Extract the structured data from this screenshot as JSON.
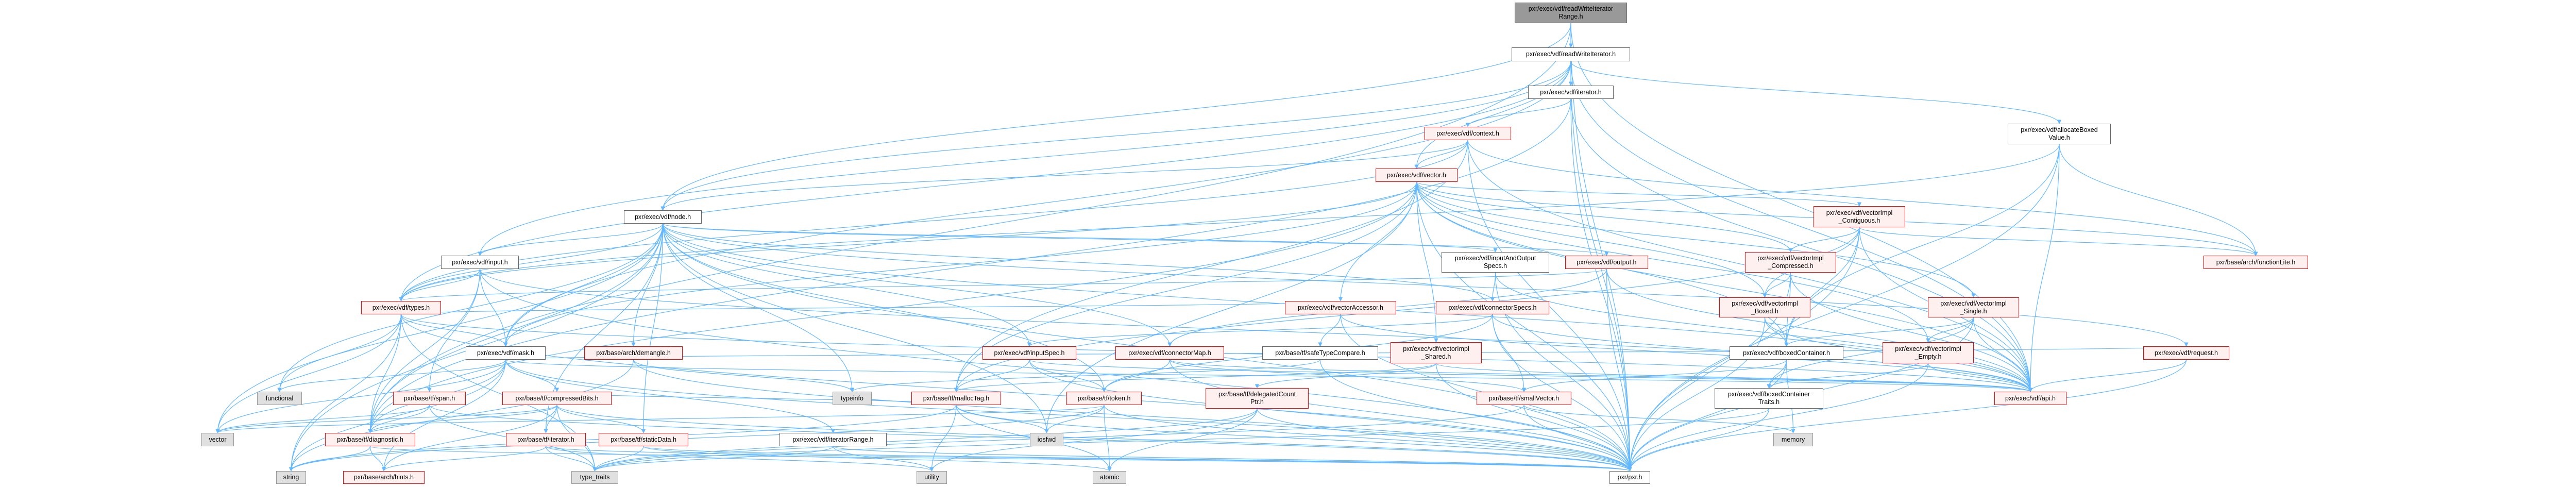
{
  "colors": {
    "edge": "#63b8ff",
    "root_fill": "#999999",
    "red_border": "#ff0000",
    "red_fill": "#fff0f0",
    "system_fill": "#e0e0e0"
  },
  "nodes": [
    {
      "id": "rwir",
      "label": "pxr/exec/vdf/readWriteIterator\nRange.h",
      "kind": "root"
    },
    {
      "id": "rwi",
      "label": "pxr/exec/vdf/readWriteIterator.h",
      "kind": "doc"
    },
    {
      "id": "iter",
      "label": "pxr/exec/vdf/iterator.h",
      "kind": "doc"
    },
    {
      "id": "context",
      "label": "pxr/exec/vdf/context.h",
      "kind": "red"
    },
    {
      "id": "abv",
      "label": "pxr/exec/vdf/allocateBoxed\nValue.h",
      "kind": "doc"
    },
    {
      "id": "vector",
      "label": "pxr/exec/vdf/vector.h",
      "kind": "red"
    },
    {
      "id": "node",
      "label": "pxr/exec/vdf/node.h",
      "kind": "doc"
    },
    {
      "id": "contig",
      "label": "pxr/exec/vdf/vectorImpl\n_Contiguous.h",
      "kind": "red"
    },
    {
      "id": "ioSpecs",
      "label": "pxr/exec/vdf/inputAndOutput\nSpecs.h",
      "kind": "doc"
    },
    {
      "id": "output",
      "label": "pxr/exec/vdf/output.h",
      "kind": "red"
    },
    {
      "id": "compressed",
      "label": "pxr/exec/vdf/vectorImpl\n_Compressed.h",
      "kind": "red"
    },
    {
      "id": "functionLite",
      "label": "pxr/base/arch/functionLite.h",
      "kind": "red"
    },
    {
      "id": "input",
      "label": "pxr/exec/vdf/input.h",
      "kind": "doc"
    },
    {
      "id": "types",
      "label": "pxr/exec/vdf/types.h",
      "kind": "red"
    },
    {
      "id": "vecAccessor",
      "label": "pxr/exec/vdf/vectorAccessor.h",
      "kind": "red"
    },
    {
      "id": "connectorSpecs",
      "label": "pxr/exec/vdf/connectorSpecs.h",
      "kind": "red"
    },
    {
      "id": "boxed",
      "label": "pxr/exec/vdf/vectorImpl\n_Boxed.h",
      "kind": "red"
    },
    {
      "id": "single",
      "label": "pxr/exec/vdf/vectorImpl\n_Single.h",
      "kind": "red"
    },
    {
      "id": "mask",
      "label": "pxr/exec/vdf/mask.h",
      "kind": "doc"
    },
    {
      "id": "demangle",
      "label": "pxr/base/arch/demangle.h",
      "kind": "red"
    },
    {
      "id": "inputSpec",
      "label": "pxr/exec/vdf/inputSpec.h",
      "kind": "red"
    },
    {
      "id": "connectorMap",
      "label": "pxr/exec/vdf/connectorMap.h",
      "kind": "red"
    },
    {
      "id": "safeTypeCompare",
      "label": "pxr/base/tf/safeTypeCompare.h",
      "kind": "doc"
    },
    {
      "id": "shared",
      "label": "pxr/exec/vdf/vectorImpl\n_Shared.h",
      "kind": "red"
    },
    {
      "id": "boxedContainer",
      "label": "pxr/exec/vdf/boxedContainer.h",
      "kind": "doc"
    },
    {
      "id": "empty",
      "label": "pxr/exec/vdf/vectorImpl\n_Empty.h",
      "kind": "red"
    },
    {
      "id": "request",
      "label": "pxr/exec/vdf/request.h",
      "kind": "red"
    },
    {
      "id": "functional",
      "label": "functional",
      "kind": "sys"
    },
    {
      "id": "span",
      "label": "pxr/base/tf/span.h",
      "kind": "red"
    },
    {
      "id": "compressedBits",
      "label": "pxr/base/tf/compressedBits.h",
      "kind": "red"
    },
    {
      "id": "typeinfo",
      "label": "typeinfo",
      "kind": "sys"
    },
    {
      "id": "mallocTag",
      "label": "pxr/base/tf/mallocTag.h",
      "kind": "red"
    },
    {
      "id": "token",
      "label": "pxr/base/tf/token.h",
      "kind": "red"
    },
    {
      "id": "delegated",
      "label": "pxr/base/tf/delegatedCount\nPtr.h",
      "kind": "red"
    },
    {
      "id": "smallVector",
      "label": "pxr/base/tf/smallVector.h",
      "kind": "red"
    },
    {
      "id": "bcTraits",
      "label": "pxr/exec/vdf/boxedContainer\nTraits.h",
      "kind": "doc"
    },
    {
      "id": "api",
      "label": "pxr/exec/vdf/api.h",
      "kind": "red"
    },
    {
      "id": "vectorSys",
      "label": "vector",
      "kind": "sys"
    },
    {
      "id": "diagnostic",
      "label": "pxr/base/tf/diagnostic.h",
      "kind": "red"
    },
    {
      "id": "tfIterator",
      "label": "pxr/base/tf/iterator.h",
      "kind": "red"
    },
    {
      "id": "staticData",
      "label": "pxr/base/tf/staticData.h",
      "kind": "red"
    },
    {
      "id": "iteratorRange",
      "label": "pxr/exec/vdf/iteratorRange.h",
      "kind": "doc"
    },
    {
      "id": "iosfwd",
      "label": "iosfwd",
      "kind": "sys"
    },
    {
      "id": "memory",
      "label": "memory",
      "kind": "sys"
    },
    {
      "id": "string",
      "label": "string",
      "kind": "sys"
    },
    {
      "id": "hints",
      "label": "pxr/base/arch/hints.h",
      "kind": "red"
    },
    {
      "id": "type_traits",
      "label": "type_traits",
      "kind": "sys"
    },
    {
      "id": "utility",
      "label": "utility",
      "kind": "sys"
    },
    {
      "id": "atomic",
      "label": "atomic",
      "kind": "sys"
    },
    {
      "id": "pxr",
      "label": "pxr/pxr.h",
      "kind": "doc"
    }
  ],
  "edges": [
    [
      "rwir",
      "rwi"
    ],
    [
      "rwir",
      "pxr"
    ],
    [
      "rwir",
      "api"
    ],
    [
      "rwir",
      "diagnostic"
    ],
    [
      "rwir",
      "node"
    ],
    [
      "rwi",
      "iter"
    ],
    [
      "rwi",
      "vector"
    ],
    [
      "rwi",
      "abv"
    ],
    [
      "rwi",
      "node"
    ],
    [
      "rwi",
      "mask"
    ],
    [
      "rwi",
      "pxr"
    ],
    [
      "rwi",
      "api"
    ],
    [
      "rwi",
      "types"
    ],
    [
      "rwi",
      "input"
    ],
    [
      "iter",
      "context"
    ],
    [
      "iter",
      "pxr"
    ],
    [
      "iter",
      "api"
    ],
    [
      "iter",
      "diagnostic"
    ],
    [
      "context",
      "vector"
    ],
    [
      "context",
      "node"
    ],
    [
      "context",
      "types"
    ],
    [
      "context",
      "pxr"
    ],
    [
      "context",
      "api"
    ],
    [
      "context",
      "functionLite"
    ],
    [
      "context",
      "mallocTag"
    ],
    [
      "vector",
      "contig"
    ],
    [
      "vector",
      "compressed"
    ],
    [
      "vector",
      "boxed"
    ],
    [
      "vector",
      "single"
    ],
    [
      "vector",
      "shared"
    ],
    [
      "vector",
      "empty"
    ],
    [
      "vector",
      "vecAccessor"
    ],
    [
      "vector",
      "mask"
    ],
    [
      "vector",
      "types"
    ],
    [
      "vector",
      "pxr"
    ],
    [
      "vector",
      "api"
    ],
    [
      "vector",
      "diagnostic"
    ],
    [
      "vector",
      "functionLite"
    ],
    [
      "vector",
      "mallocTag"
    ],
    [
      "vector",
      "boxedContainer"
    ],
    [
      "vector",
      "iosfwd"
    ],
    [
      "node",
      "input"
    ],
    [
      "node",
      "types"
    ],
    [
      "node",
      "mask"
    ],
    [
      "node",
      "output"
    ],
    [
      "node",
      "ioSpecs"
    ],
    [
      "node",
      "connectorSpecs"
    ],
    [
      "node",
      "connectorMap"
    ],
    [
      "node",
      "inputSpec"
    ],
    [
      "node",
      "demangle"
    ],
    [
      "node",
      "request"
    ],
    [
      "node",
      "tfIterator"
    ],
    [
      "node",
      "staticData"
    ],
    [
      "node",
      "functional"
    ],
    [
      "node",
      "vectorSys"
    ],
    [
      "node",
      "string"
    ],
    [
      "node",
      "typeinfo"
    ],
    [
      "node",
      "iosfwd"
    ],
    [
      "node",
      "pxr"
    ],
    [
      "node",
      "api"
    ],
    [
      "node",
      "token"
    ],
    [
      "node",
      "diagnostic"
    ],
    [
      "contig",
      "compressed"
    ],
    [
      "contig",
      "boxed"
    ],
    [
      "contig",
      "boxedContainer"
    ],
    [
      "contig",
      "functionLite"
    ],
    [
      "contig",
      "pxr"
    ],
    [
      "contig",
      "api"
    ],
    [
      "contig",
      "mallocTag"
    ],
    [
      "ioSpecs",
      "connectorSpecs"
    ],
    [
      "ioSpecs",
      "pxr"
    ],
    [
      "ioSpecs",
      "api"
    ],
    [
      "output",
      "pxr"
    ],
    [
      "output",
      "api"
    ],
    [
      "output",
      "types"
    ],
    [
      "output",
      "connectorMap"
    ],
    [
      "compressed",
      "boxed"
    ],
    [
      "compressed",
      "boxedContainer"
    ],
    [
      "compressed",
      "pxr"
    ],
    [
      "compressed",
      "api"
    ],
    [
      "input",
      "types"
    ],
    [
      "input",
      "mask"
    ],
    [
      "input",
      "span"
    ],
    [
      "input",
      "diagnostic"
    ],
    [
      "input",
      "pxr"
    ],
    [
      "input",
      "api"
    ],
    [
      "types",
      "mask"
    ],
    [
      "types",
      "diagnostic"
    ],
    [
      "types",
      "functional"
    ],
    [
      "types",
      "vectorSys"
    ],
    [
      "types",
      "string"
    ],
    [
      "types",
      "type_traits"
    ],
    [
      "types",
      "pxr"
    ],
    [
      "types",
      "api"
    ],
    [
      "vecAccessor",
      "types"
    ],
    [
      "vecAccessor",
      "safeTypeCompare"
    ],
    [
      "vecAccessor",
      "pxr"
    ],
    [
      "vecAccessor",
      "api"
    ],
    [
      "connectorSpecs",
      "inputSpec"
    ],
    [
      "connectorSpecs",
      "smallVector"
    ],
    [
      "connectorSpecs",
      "pxr"
    ],
    [
      "connectorSpecs",
      "api"
    ],
    [
      "connectorSpecs",
      "token"
    ],
    [
      "boxed",
      "boxedContainer"
    ],
    [
      "boxed",
      "pxr"
    ],
    [
      "boxed",
      "api"
    ],
    [
      "single",
      "empty"
    ],
    [
      "single",
      "boxedContainer"
    ],
    [
      "single",
      "pxr"
    ],
    [
      "single",
      "api"
    ],
    [
      "single",
      "bcTraits"
    ],
    [
      "mask",
      "compressedBits"
    ],
    [
      "mask",
      "diagnostic"
    ],
    [
      "mask",
      "vectorSys"
    ],
    [
      "mask",
      "hints"
    ],
    [
      "mask",
      "pxr"
    ],
    [
      "mask",
      "api"
    ],
    [
      "mask",
      "iteratorRange"
    ],
    [
      "mask",
      "string"
    ],
    [
      "mask",
      "functional"
    ],
    [
      "demangle",
      "string"
    ],
    [
      "demangle",
      "typeinfo"
    ],
    [
      "demangle",
      "pxr"
    ],
    [
      "inputSpec",
      "token"
    ],
    [
      "inputSpec",
      "mallocTag"
    ],
    [
      "inputSpec",
      "pxr"
    ],
    [
      "inputSpec",
      "api"
    ],
    [
      "connectorMap",
      "token"
    ],
    [
      "connectorMap",
      "pxr"
    ],
    [
      "connectorMap",
      "api"
    ],
    [
      "connectorMap",
      "smallVector"
    ],
    [
      "safeTypeCompare",
      "typeinfo"
    ],
    [
      "safeTypeCompare",
      "pxr"
    ],
    [
      "shared",
      "delegated"
    ],
    [
      "shared",
      "pxr"
    ],
    [
      "shared",
      "api"
    ],
    [
      "shared",
      "mallocTag"
    ],
    [
      "boxedContainer",
      "bcTraits"
    ],
    [
      "boxedContainer",
      "smallVector"
    ],
    [
      "boxedContainer",
      "pxr"
    ],
    [
      "boxedContainer",
      "memory"
    ],
    [
      "empty",
      "bcTraits"
    ],
    [
      "empty",
      "pxr"
    ],
    [
      "empty",
      "api"
    ],
    [
      "request",
      "api"
    ],
    [
      "request",
      "pxr"
    ],
    [
      "request",
      "mask"
    ],
    [
      "span",
      "diagnostic"
    ],
    [
      "span",
      "pxr"
    ],
    [
      "span",
      "vectorSys"
    ],
    [
      "span",
      "type_traits"
    ],
    [
      "compressedBits",
      "diagnostic"
    ],
    [
      "compressedBits",
      "tfIterator"
    ],
    [
      "compressedBits",
      "staticData"
    ],
    [
      "compressedBits",
      "vectorSys"
    ],
    [
      "compressedBits",
      "hints"
    ],
    [
      "compressedBits",
      "type_traits"
    ],
    [
      "compressedBits",
      "pxr"
    ],
    [
      "compressedBits",
      "mallocTag"
    ],
    [
      "mallocTag",
      "iosfwd"
    ],
    [
      "mallocTag",
      "atomic"
    ],
    [
      "mallocTag",
      "utility"
    ],
    [
      "mallocTag",
      "pxr"
    ],
    [
      "mallocTag",
      "string"
    ],
    [
      "token",
      "iosfwd"
    ],
    [
      "token",
      "atomic"
    ],
    [
      "token",
      "pxr"
    ],
    [
      "token",
      "string"
    ],
    [
      "token",
      "vectorSys"
    ],
    [
      "delegated",
      "atomic"
    ],
    [
      "delegated",
      "pxr"
    ],
    [
      "delegated",
      "utility"
    ],
    [
      "delegated",
      "type_traits"
    ],
    [
      "smallVector",
      "memory"
    ],
    [
      "smallVector",
      "pxr"
    ],
    [
      "smallVector",
      "type_traits"
    ],
    [
      "bcTraits",
      "pxr"
    ],
    [
      "bcTraits",
      "type_traits"
    ],
    [
      "diagnostic",
      "hints"
    ],
    [
      "diagnostic",
      "string"
    ],
    [
      "diagnostic",
      "pxr"
    ],
    [
      "tfIterator",
      "hints"
    ],
    [
      "tfIterator",
      "type_traits"
    ],
    [
      "tfIterator",
      "pxr"
    ],
    [
      "tfIterator",
      "utility"
    ],
    [
      "staticData",
      "type_traits"
    ],
    [
      "staticData",
      "pxr"
    ],
    [
      "staticData",
      "atomic"
    ],
    [
      "iteratorRange",
      "utility"
    ],
    [
      "iteratorRange",
      "pxr"
    ],
    [
      "iteratorRange",
      "type_traits"
    ],
    [
      "abv",
      "functionLite"
    ],
    [
      "abv",
      "pxr"
    ],
    [
      "abv",
      "api"
    ],
    [
      "abv",
      "boxedContainer"
    ],
    [
      "abv",
      "types"
    ]
  ]
}
